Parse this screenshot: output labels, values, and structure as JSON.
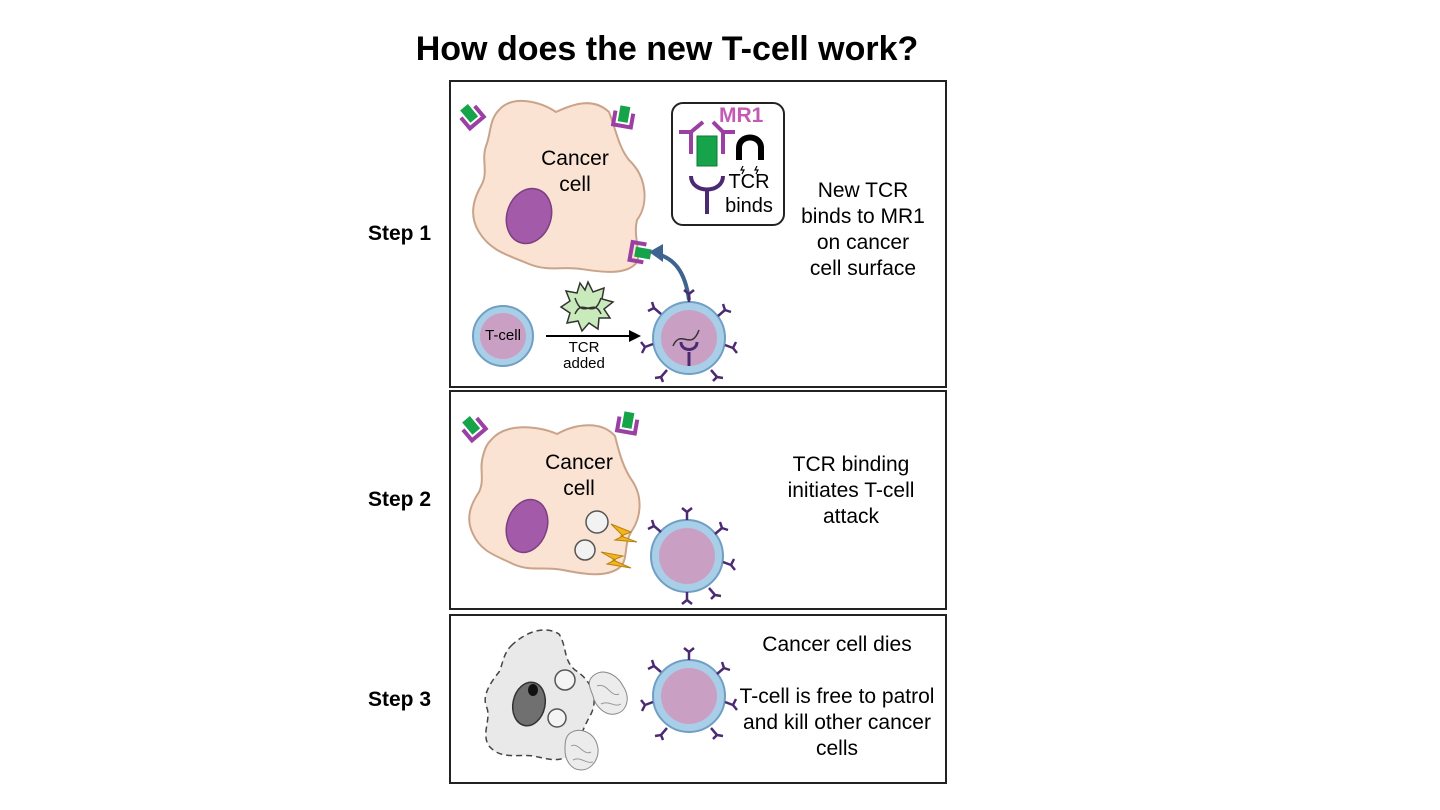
{
  "title": "How does the new T-cell work?",
  "steps": [
    {
      "label": "Step 1",
      "cancer_cell_label": "Cancer cell",
      "legend": {
        "mr1_label": "MR1",
        "tcr_label": "TCR binds"
      },
      "tcell_label": "T-cell",
      "arrow_label": "TCR added",
      "description": "New TCR binds to MR1 on cancer cell surface"
    },
    {
      "label": "Step 2",
      "cancer_cell_label": "Cancer cell",
      "description": "TCR binding initiates T-cell attack"
    },
    {
      "label": "Step 3",
      "description_1": "Cancer cell dies",
      "description_2": "T-cell is free to patrol and kill other cancer cells"
    }
  ],
  "colors": {
    "cancer_fill": "#fbe3d3",
    "nucleus": "#a35aa8",
    "mr1_purple": "#9a3fa3",
    "mr1_green": "#16a34a",
    "tcr_purple": "#4c2a72",
    "tcell_blue": "#a9cfe8",
    "tcell_inner": "#c9a0c4",
    "arrow_blue": "#3e6391",
    "bolt": "#f4b41a",
    "dead_fill": "#e9e9ea",
    "dead_nucleus": "#707070"
  }
}
